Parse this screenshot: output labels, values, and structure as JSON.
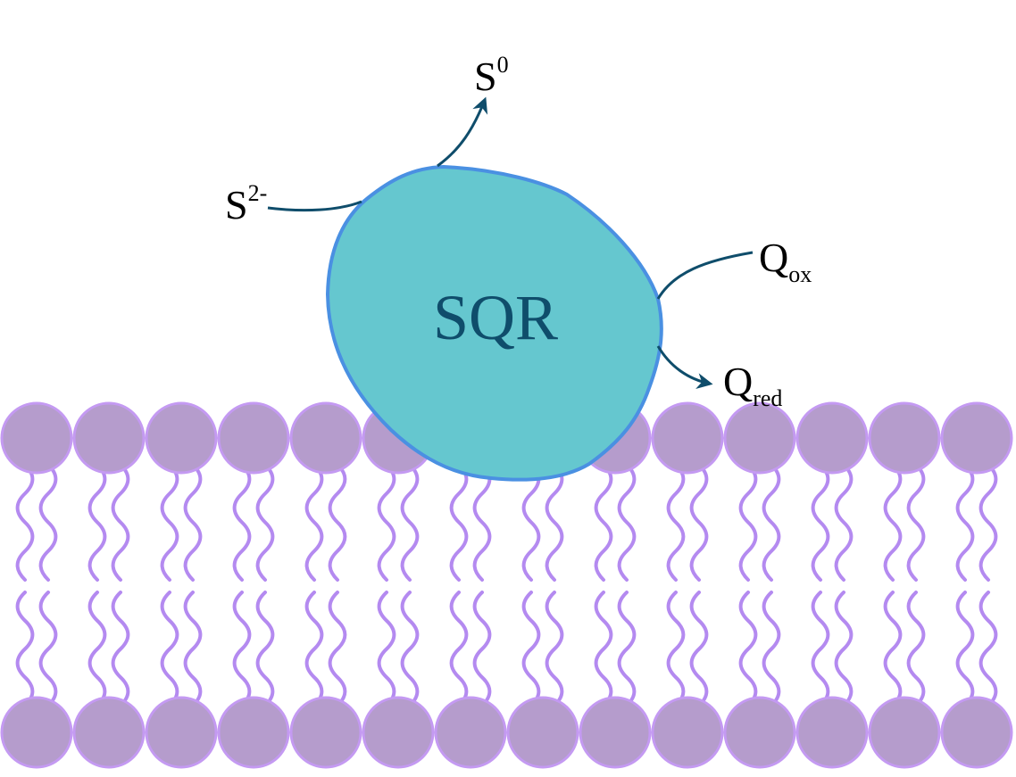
{
  "enzyme": {
    "label": "SQR"
  },
  "substrate": {
    "base": "S",
    "sup": "2-"
  },
  "product": {
    "base": "S",
    "sup": "0"
  },
  "quinone_ox": {
    "base": "Q",
    "sub": "ox"
  },
  "quinone_red": {
    "base": "Q",
    "sub": "red"
  },
  "membrane": {
    "heads_per_leaflet": 14,
    "leaflets": 2
  },
  "colors": {
    "enzyme_fill": "#65c7cf",
    "enzyme_stroke": "#4a90e2",
    "enzyme_text": "#0f4d6b",
    "arrow": "#0f4d6b",
    "lipid_head_fill": "#b59ccc",
    "lipid_head_stroke": "#c49af2",
    "lipid_tail": "#b48af0",
    "label_text": "#000000"
  }
}
